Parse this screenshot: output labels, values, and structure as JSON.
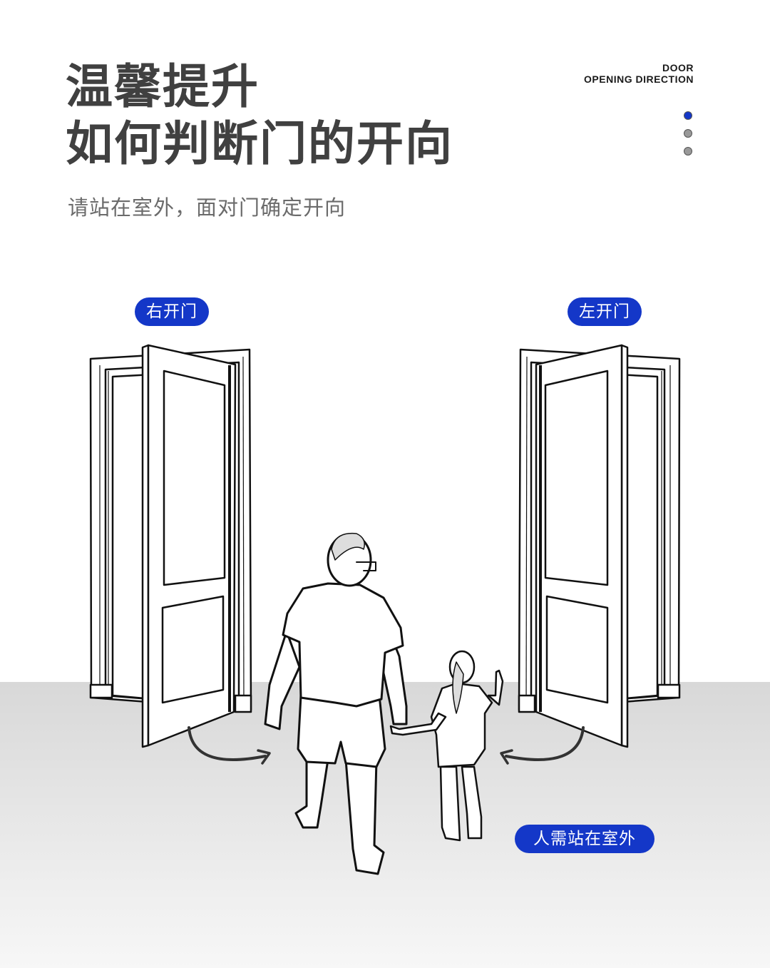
{
  "header": {
    "title_line1": "温馨提升",
    "title_line2": "如何判断门的开向",
    "subtitle": "请站在室外，面对门确定开向",
    "english_line1": "DOOR",
    "english_line2": "OPENING DIRECTION"
  },
  "pagination": {
    "dots": [
      {
        "state": "active",
        "color": "#1437c8"
      },
      {
        "state": "inactive",
        "color": "#999999"
      },
      {
        "state": "inactive",
        "color": "#999999"
      }
    ]
  },
  "labels": {
    "right_open": "右开门",
    "left_open": "左开门",
    "stand_outside": "人需站在室外"
  },
  "colors": {
    "accent": "#1437c8",
    "title": "#404040",
    "subtitle": "#6b6b6b",
    "floor_top": "#d8d8d8",
    "floor_bottom": "#f7f7f7"
  }
}
